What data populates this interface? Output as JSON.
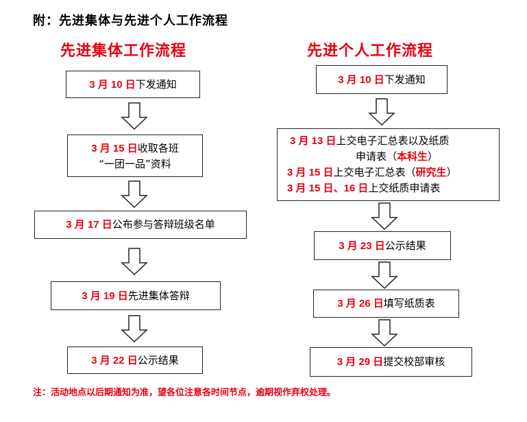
{
  "heading": "附：先进集体与先进个人工作流程",
  "left": {
    "title": "先进集体工作流程",
    "steps": [
      {
        "date": "3 月 10 日",
        "text": "下发通知"
      },
      {
        "date": "3 月 15 日",
        "text": "收取各班",
        "text2": "“一团一品”资料"
      },
      {
        "date": "3 月 17 日",
        "text": "公布参与答辩班级名单"
      },
      {
        "date": "3 月 19 日",
        "text": "先进集体答辩"
      },
      {
        "date": "3 月 22 日",
        "text": "公示结果"
      }
    ]
  },
  "right": {
    "title": "先进个人工作流程",
    "step1": {
      "date": "3 月 10 日",
      "text": "下发通知"
    },
    "step2": {
      "l1_date": "3 月 13 日",
      "l1_text": "上交电子汇总表以及纸质",
      "l2_text": "申请表（",
      "l2_red": "本科生",
      "l2_end": "）",
      "l3_date": "3 月 15 日",
      "l3_text": "上交电子汇总表（",
      "l3_red": "研究生",
      "l3_end": "）",
      "l4_date": "3 月 15 日、16 日",
      "l4_text": "上交纸质申请表"
    },
    "step3": {
      "date": "3 月 23 日",
      "text": "公示结果"
    },
    "step4": {
      "date": "3 月 26 日",
      "text": "填写纸质表"
    },
    "step5": {
      "date": "3 月 29 日",
      "text": "提交校部审核"
    }
  },
  "note": "注：活动地点以后期通知为准，望各位注意各时间节点，逾期视作弃权处理。",
  "colors": {
    "accent": "#e60012",
    "border": "#222222"
  }
}
